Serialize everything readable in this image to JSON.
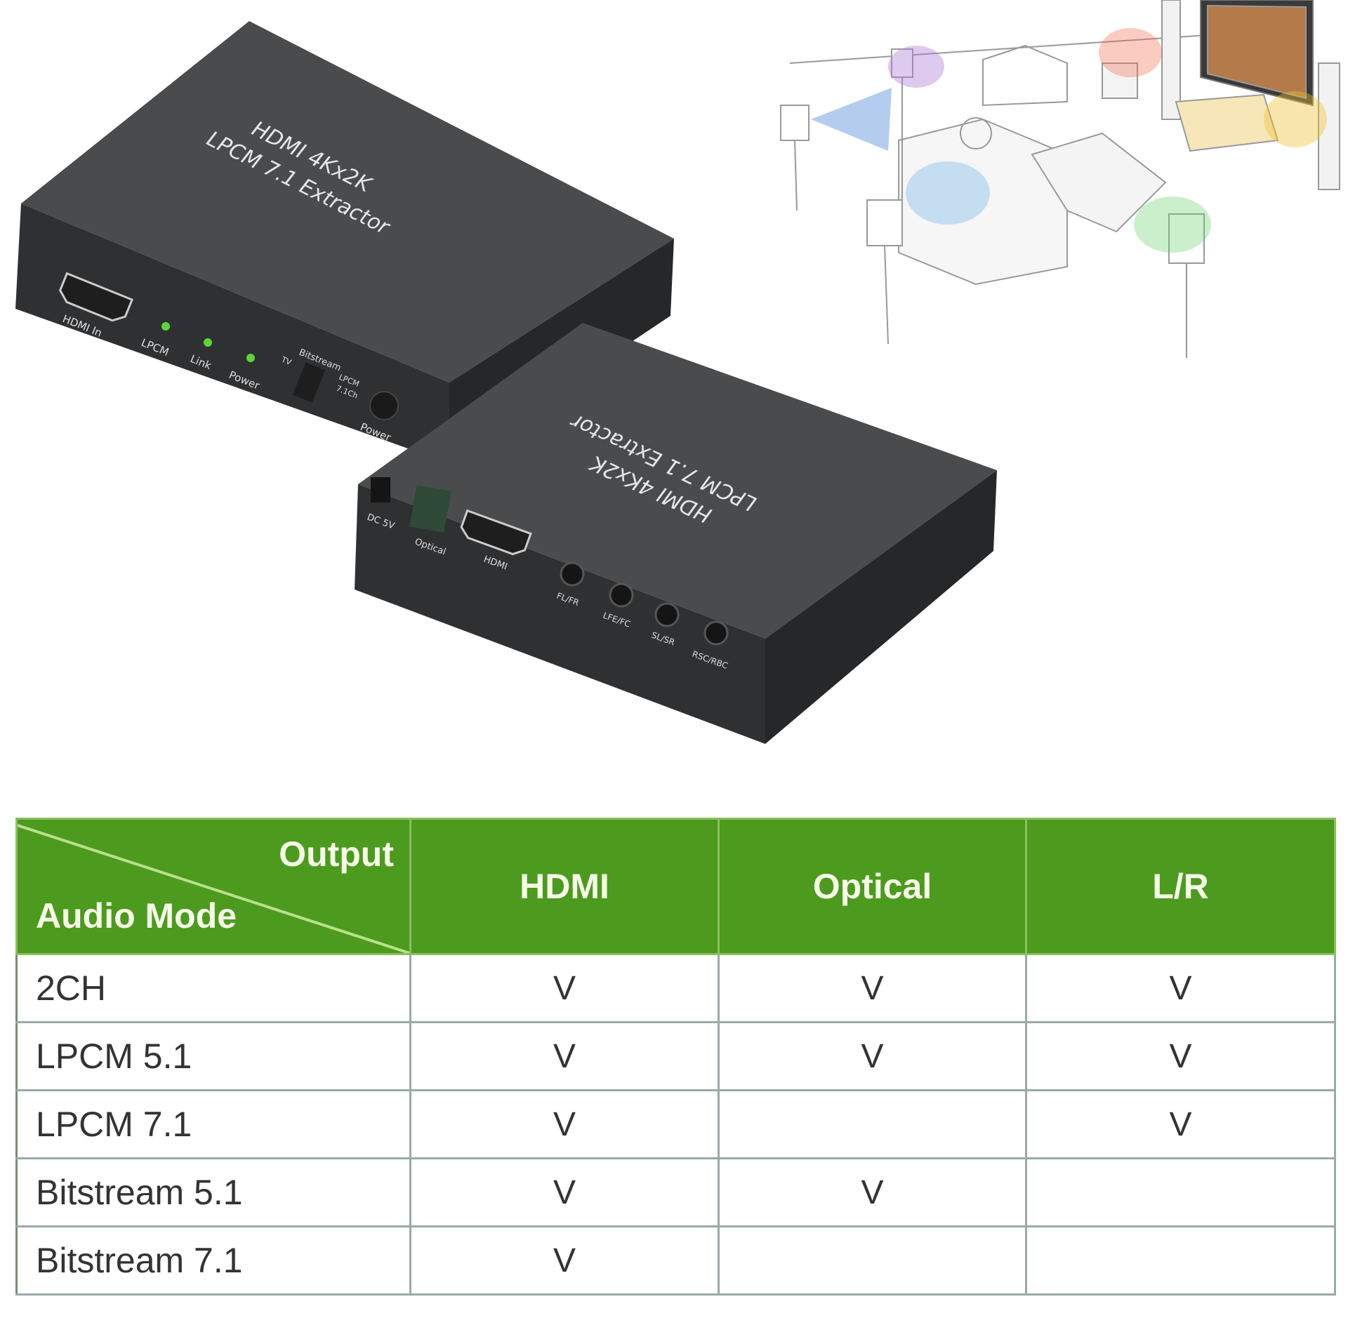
{
  "device_front": {
    "top_label_line1": "HDMI 4Kx2K",
    "top_label_line2": "LPCM 7.1 Extractor",
    "port_hdmi_in": "HDMI In",
    "led_lpcm": "LPCM",
    "led_link": "Link",
    "led_power": "Power",
    "switch_title": "Bitstream",
    "switch_left": "TV",
    "switch_right_line1": "LPCM",
    "switch_right_line2": "7.1Ch",
    "button_power": "Power"
  },
  "device_rear": {
    "top_label_line1": "HDMI 4Kx2K",
    "top_label_line2": "LPCM 7.1 Extractor",
    "port_dc": "DC 5V",
    "port_optical": "Optical",
    "port_hdmi": "HDMI",
    "jack_1": "FL/FR",
    "jack_2": "LFE/FC",
    "jack_3": "SL/SR",
    "jack_4": "RSC/RBC"
  },
  "colors": {
    "table_header": "#4c9a1e",
    "device_body": "#3e3f41",
    "led": "#5fd43a"
  },
  "table": {
    "corner_top": "Output",
    "corner_bottom": "Audio Mode",
    "columns": [
      "HDMI",
      "Optical",
      "L/R"
    ],
    "rows": [
      {
        "mode": "2CH",
        "marks": [
          "V",
          "V",
          "V"
        ]
      },
      {
        "mode": "LPCM 5.1",
        "marks": [
          "V",
          "V",
          "V"
        ]
      },
      {
        "mode": "LPCM 7.1",
        "marks": [
          "V",
          "",
          "V"
        ]
      },
      {
        "mode": "Bitstream 5.1",
        "marks": [
          "V",
          "V",
          ""
        ]
      },
      {
        "mode": "Bitstream 7.1",
        "marks": [
          "V",
          "",
          ""
        ]
      }
    ]
  }
}
